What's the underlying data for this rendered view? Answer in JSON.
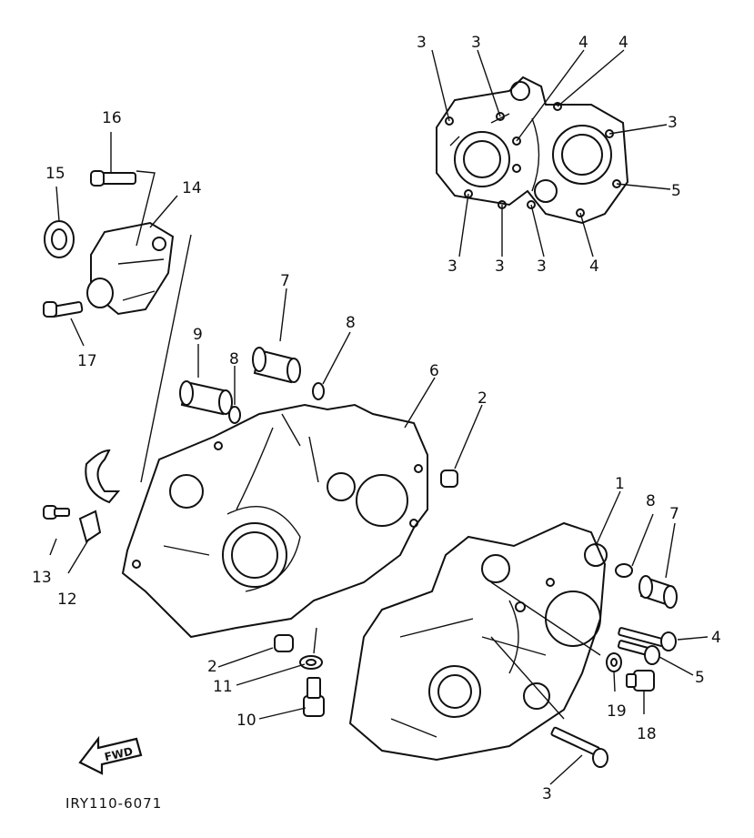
{
  "callouts": {
    "top_3a": "3",
    "top_3b": "3",
    "top_4a": "4",
    "top_4b": "4",
    "top_3c": "3",
    "top_5": "5",
    "top_3d": "3",
    "top_3e": "3",
    "top_3f": "3",
    "top_4c": "4",
    "p16": "16",
    "p15": "15",
    "p14": "14",
    "p17": "17",
    "p7a": "7",
    "p9": "9",
    "p8a": "8",
    "p8b": "8",
    "p6": "6",
    "p2a": "2",
    "p13": "13",
    "p12": "12",
    "p2b": "2",
    "p11": "11",
    "p10": "10",
    "p1": "1",
    "p8c": "8",
    "p7b": "7",
    "p4": "4",
    "p5": "5",
    "p19": "19",
    "p18": "18",
    "p3": "3"
  },
  "fwd_label": "FWD",
  "figure_code": "IRY110-6071"
}
